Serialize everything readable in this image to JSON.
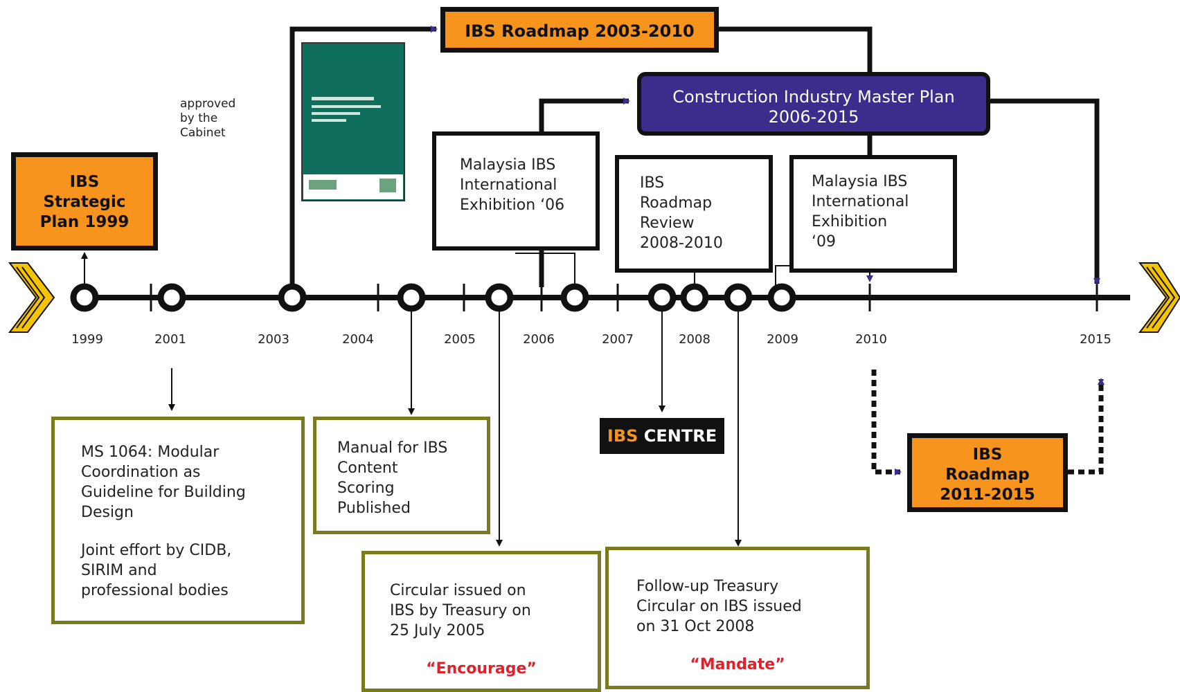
{
  "years": [
    "1999",
    "2001",
    "2003",
    "2004",
    "2005",
    "2006",
    "2007",
    "2008",
    "2009",
    "2010",
    "2015"
  ],
  "approval_note": "approved\nby the\nCabinet",
  "strategic_plan": "IBS\nStrategic\nPlan 1999",
  "roadmap_2003": "IBS Roadmap 2003-2010",
  "cimp": "Construction Industry Master Plan\n2006-2015",
  "exhibition_06": "Malaysia IBS\nInternational\nExhibition ‘06",
  "roadmap_review": "IBS\nRoadmap\nReview\n2008-2010",
  "exhibition_09": "Malaysia IBS\nInternational\nExhibition\n‘09",
  "ms1064": {
    "line1": "MS 1064: Modular\nCoordination as\nGuideline for Building\nDesign",
    "line2": "Joint effort by CIDB,\nSIRIM and\nprofessional bodies"
  },
  "manual": "Manual for IBS\nContent\nScoring\nPublished",
  "circular_2005": {
    "text": "Circular issued on\nIBS by Treasury on\n25 July 2005",
    "keyword": "“Encourage”"
  },
  "circular_2008": {
    "text": "Follow-up Treasury\nCircular on IBS issued\non 31 Oct 2008",
    "keyword": "“Mandate”"
  },
  "ibs_centre": {
    "part1": "IBS",
    "part2": " CENTRE"
  },
  "roadmap_2011": "IBS\nRoadmap\n2011-2015",
  "colors": {
    "orange": "#f7941d",
    "purple": "#3a2d8c",
    "olive": "#7a7a1e",
    "arrow": "#3a2d8c",
    "red": "#e0202a",
    "chevron": "#f5c400"
  }
}
